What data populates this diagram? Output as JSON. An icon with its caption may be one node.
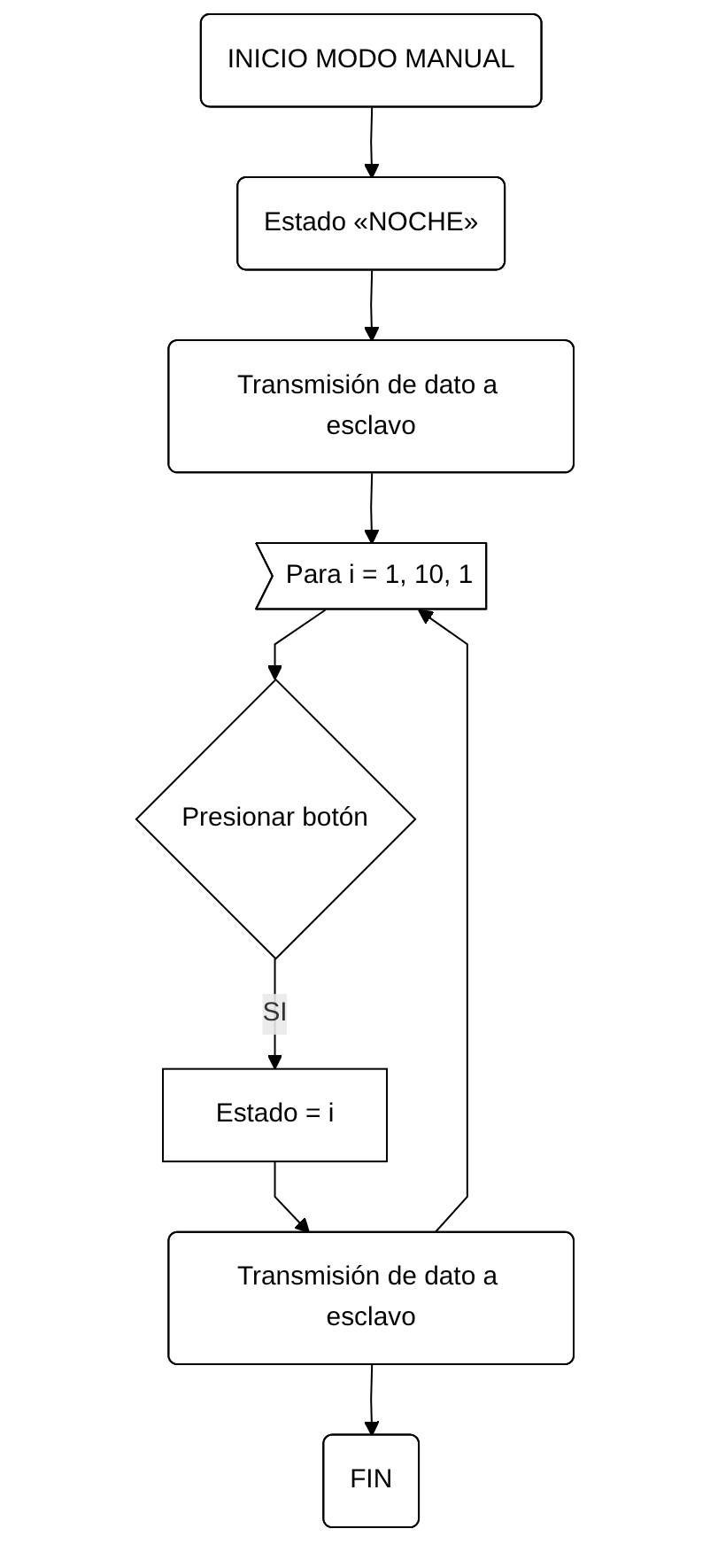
{
  "diagram": {
    "nodes": [
      {
        "text": [
          "INICIO MODO MANUAL"
        ]
      },
      {
        "text": [
          "Estado «NOCHE»"
        ]
      },
      {
        "text": [
          "Transmisión de dato a esclavo"
        ]
      },
      {
        "text": [
          "Para i = 1, 10, 1"
        ]
      },
      {
        "text": [
          "Presionar botón"
        ]
      },
      {
        "text": [
          "Estado = i"
        ]
      },
      {
        "text": [
          "Transmisión de dato a esclavo"
        ]
      },
      {
        "text": [
          "FIN"
        ]
      }
    ],
    "edges": [
      {
        "from": 0,
        "to": 1,
        "arrow": "to"
      },
      {
        "from": 1,
        "to": 2,
        "arrow": "to"
      },
      {
        "from": 2,
        "to": 3,
        "arrow": "to"
      },
      {
        "from": 3,
        "to": 4,
        "arrow": "to"
      },
      {
        "from": 4,
        "to": 5,
        "arrow": "to",
        "label": "SI"
      },
      {
        "from": 5,
        "to": 6,
        "arrow": "to"
      },
      {
        "from": 6,
        "to": 3,
        "arrow": "to"
      },
      {
        "from": 6,
        "to": 7,
        "arrow": "to"
      }
    ]
  }
}
